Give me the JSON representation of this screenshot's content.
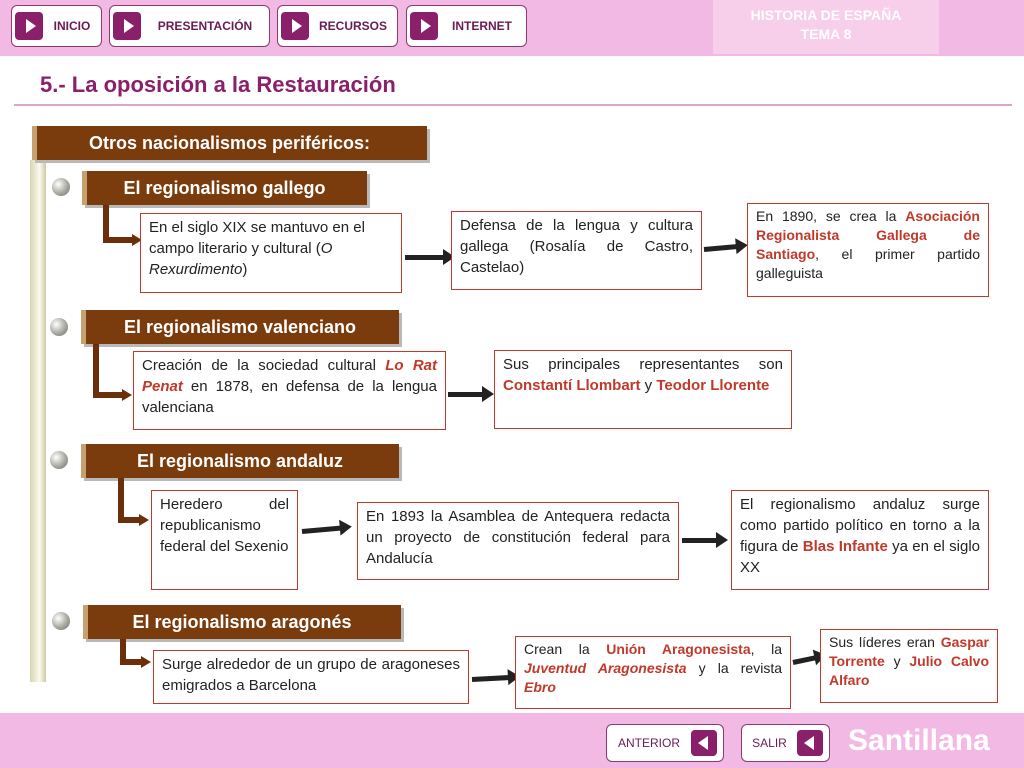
{
  "nav": {
    "inicio": "INICIO",
    "presentacion": "PRESENTACIÓN",
    "recursos": "RECURSOS",
    "internet": "INTERNET"
  },
  "badge": {
    "line1": "HISTORIA DE ESPAÑA",
    "line2": "TEMA 8"
  },
  "title": "5.- La oposición a la Restauración",
  "main_header": "Otros nacionalismos periféricos:",
  "sections": {
    "gallego": {
      "header": "El regionalismo gallego",
      "box1": {
        "t1": "En el siglo XIX se mantuvo en el campo literario y cultural (",
        "t2": "O Rexurdimento",
        "t3": ")"
      },
      "box2": "Defensa de la lengua y cultura gallega (Rosalía de Castro, Castelao)",
      "box3": {
        "t1": "En 1890, se crea la ",
        "t2": "Asociación Regionalista Gallega de Santiago",
        "t3": ", el primer partido galleguista"
      }
    },
    "valenciano": {
      "header": "El regionalismo valenciano",
      "box1": {
        "t1": "Creación de la sociedad cultural ",
        "t2": "Lo Rat Penat",
        "t3": " en 1878, en defensa de la lengua valenciana"
      },
      "box2": {
        "t1": "Sus principales representantes son ",
        "t2": "Constantí Llombart",
        "t3": " y ",
        "t4": "Teodor Llorente"
      }
    },
    "andaluz": {
      "header": "El regionalismo andaluz",
      "box1": "Heredero del republicanismo federal del Sexenio",
      "box2": "En 1893 la Asamblea de Antequera redacta un proyecto de constitución federal para Andalucía",
      "box3": {
        "t1": "El regionalismo andaluz surge como partido político en torno a la figura de ",
        "t2": "Blas Infante",
        "t3": " ya en el siglo XX"
      }
    },
    "aragones": {
      "header": "El regionalismo aragonés",
      "box1": "Surge alrededor de un grupo de aragoneses emigrados a Barcelona",
      "box2": {
        "t1": "Crean la ",
        "t2": "Unión Aragonesista",
        "t3": ", la ",
        "t4": "Juventud Aragonesista",
        "t5": " y la revista ",
        "t6": "Ebro"
      },
      "box3": {
        "t1": "Sus líderes eran ",
        "t2": "Gaspar Torrente",
        "t3": " y ",
        "t4": "Julio Calvo Alfaro"
      }
    }
  },
  "footer": {
    "anterior": "ANTERIOR",
    "salir": "SALIR",
    "brand": "Santillana"
  },
  "colors": {
    "accent": "#8a1f6a",
    "header_bg": "#7a3b0d",
    "highlight": "#c0392b",
    "bar_bg": "#f2b9e4"
  }
}
